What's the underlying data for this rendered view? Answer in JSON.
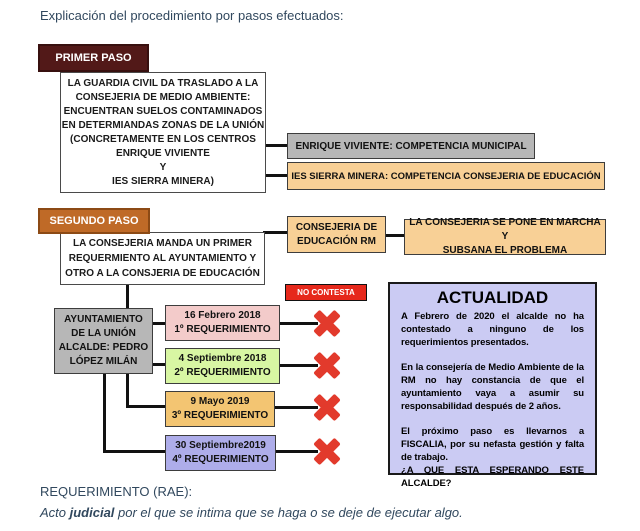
{
  "title": "Explicación del procedimiento por pasos efectuados:",
  "step1": {
    "header": "PRIMER PASO",
    "box": "LA GUARDIA CIVIL DA TRASLADO A LA\nCONSEJERIA DE MEDIO AMBIENTE:\nENCUENTRAN SUELOS CONTAMINADOS\nEN DETERMIANDAS ZONAS DE LA UNIÓN\n(CONCRETAMENTE EN LOS CENTROS\nENRIQUE VIVIENTE\nY\nIES SIERRA MINERA)",
    "result_municipal": "ENRIQUE VIVIENTE: COMPETENCIA MUNICIPAL",
    "result_educacion": "IES SIERRA MINERA: COMPETENCIA CONSEJERIA DE EDUCACIÓN"
  },
  "step2": {
    "header": "SEGUNDO PASO",
    "box": "LA CONSEJERIA MANDA UN PRIMER\nREQUERMIENTO AL AYUNTAMIENTO Y\nOTRO A LA CONSJERIA DE EDUCACIÓN",
    "educacion_box": "CONSEJERIA DE\nEDUCACIÓN RM",
    "result_box": "LA CONSEJERIA SE PONE EN MARCHA Y\nSUBSANA EL PROBLEMA"
  },
  "no_contesta": "NO CONTESTA",
  "ayuntamiento": "AYUNTAMIENTO\nDE LA UNIÓN\nALCALDE: PEDRO\nLÓPEZ MILÁN",
  "requerimientos": [
    {
      "date": "16 Febrero 2018",
      "label": "1º REQUERIMIENTO"
    },
    {
      "date": "4 Septiembre 2018",
      "label": "2º REQUERIMIENTO"
    },
    {
      "date": "9 Mayo 2019",
      "label": "3º REQUERIMIENTO"
    },
    {
      "date": "30 Septiembre2019",
      "label": "4º REQUERIMIENTO"
    }
  ],
  "actualidad": {
    "title": "ACTUALIDAD",
    "p1": "A Febrero de 2020 el alcalde no ha contestado a ninguno de los requerimientos presentados.",
    "p2": "En la consejería de Medio Ambiente de la RM no hay constancia de que el ayuntamiento vaya a asumir su responsabilidad después de 2 años.",
    "p3": "El próximo paso es llevarnos a FISCALIA, por su nefasta gestión y falta de trabajo.",
    "p4": "¿A QUE ESTA ESPERANDO ESTE ALCALDE?"
  },
  "footer": {
    "line1": "REQUERIMIENTO (RAE):",
    "line2_prefix": "Acto ",
    "line2_bold": "judicial",
    "line2_suffix": " por el que se intima que se haga o se deje de ejecutar algo."
  },
  "colors": {
    "primer_paso_bg": "#521918",
    "segundo_paso_bg": "#bf6a27",
    "gray_box_bg": "#b7b7b7",
    "tan_box_bg": "#f8d096",
    "req1_bg": "#f3cbca",
    "req2_bg": "#d8f6a3",
    "req3_bg": "#f3c572",
    "req4_bg": "#aeadea",
    "actualidad_bg": "#cbcbf3",
    "no_contesta_bg": "#e6281b",
    "x_mark": "#e23a2c",
    "text_ink": "#31485e"
  }
}
